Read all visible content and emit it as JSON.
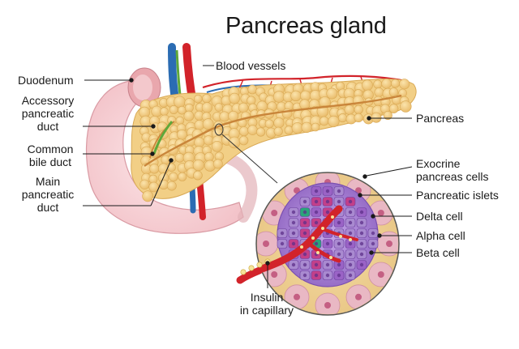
{
  "title": "Pancreas gland",
  "labels": {
    "duodenum": "Duodenum",
    "accessory_duct": [
      "Accessory",
      "pancreatic",
      "duct"
    ],
    "common_bile_duct": [
      "Common",
      "bile duct"
    ],
    "main_duct": [
      "Main",
      "pancreatic",
      "duct"
    ],
    "blood_vessels": "Blood vessels",
    "pancreas": "Pancreas",
    "exocrine_cells": [
      "Exocrine",
      "pancreas cells"
    ],
    "pancreatic_islets": "Pancreatic islets",
    "delta_cell": "Delta cell",
    "alpha_cell": "Alpha cell",
    "beta_cell": "Beta cell",
    "insulin_capillary": [
      "Insulin",
      "in capillary"
    ]
  },
  "colors": {
    "pancreas_tissue": "#f2cf86",
    "pancreas_lobule_edge": "#d9a955",
    "duodenum": "#f6d3d6",
    "duodenum_edge": "#d99aa3",
    "artery": "#d2232a",
    "vein": "#2b6cb3",
    "bile_duct": "#5fa83a",
    "islet_cell": "#a98ad0",
    "beta_cell": "#9a63c6",
    "delta_cell": "#2aa57a",
    "alpha_cell": "#c2408a",
    "exocrine_acini": "#e9b8c4",
    "leader_line": "#1a1a1a"
  }
}
